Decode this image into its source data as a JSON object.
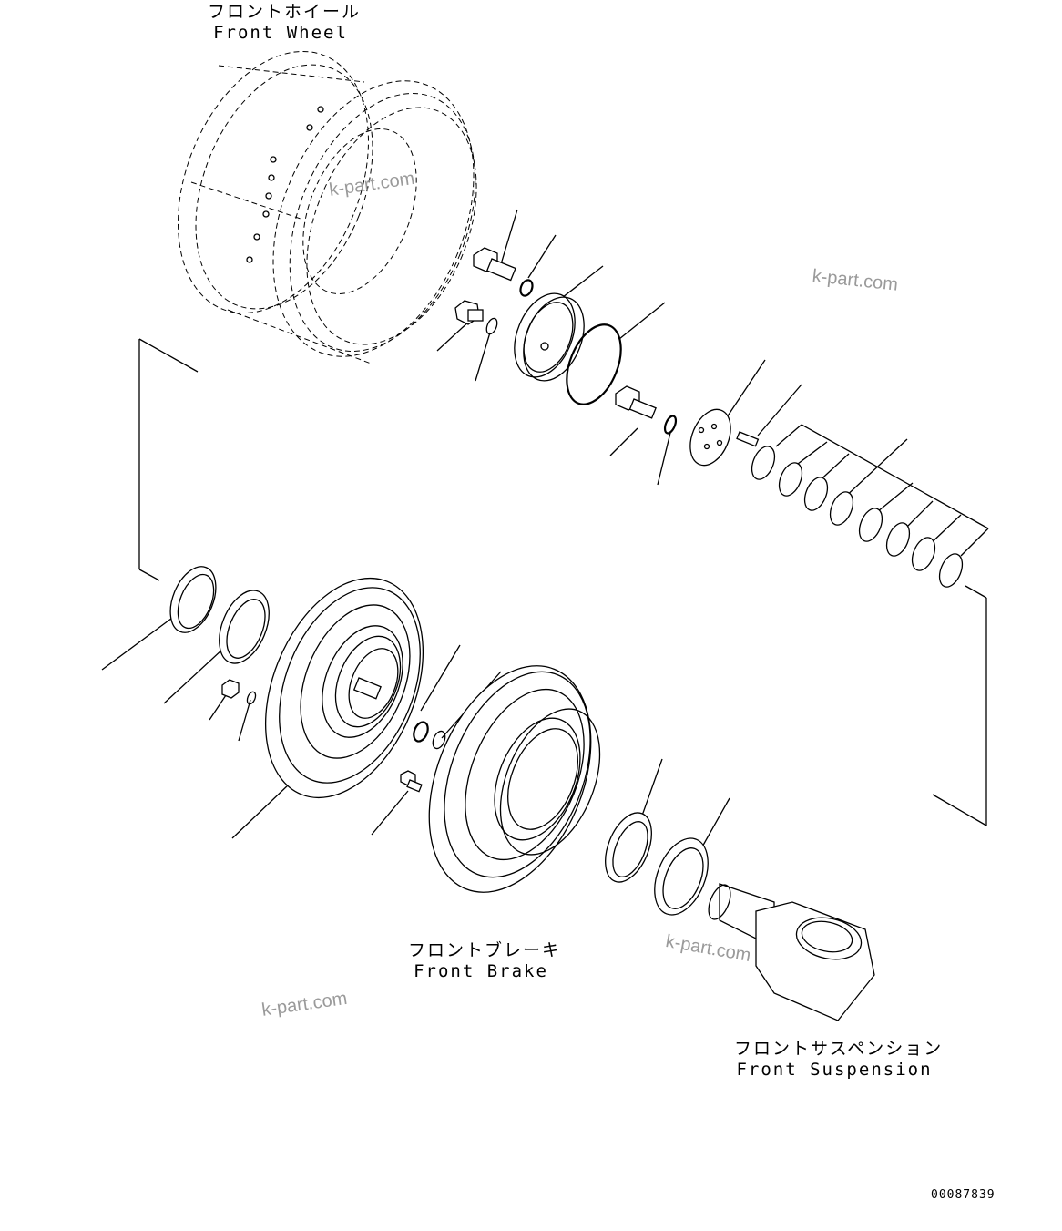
{
  "labels": {
    "front_wheel": {
      "jp": "フロントホイール",
      "en": "Front Wheel"
    },
    "front_brake": {
      "jp": "フロントブレーキ",
      "en": "Front Brake"
    },
    "front_suspension": {
      "jp": "フロントサスペンション",
      "en": "Front Suspension"
    }
  },
  "watermarks": [
    "k-part.com",
    "k-part.com",
    "k-part.com",
    "k-part.com"
  ],
  "drawing_id": "00087839"
}
